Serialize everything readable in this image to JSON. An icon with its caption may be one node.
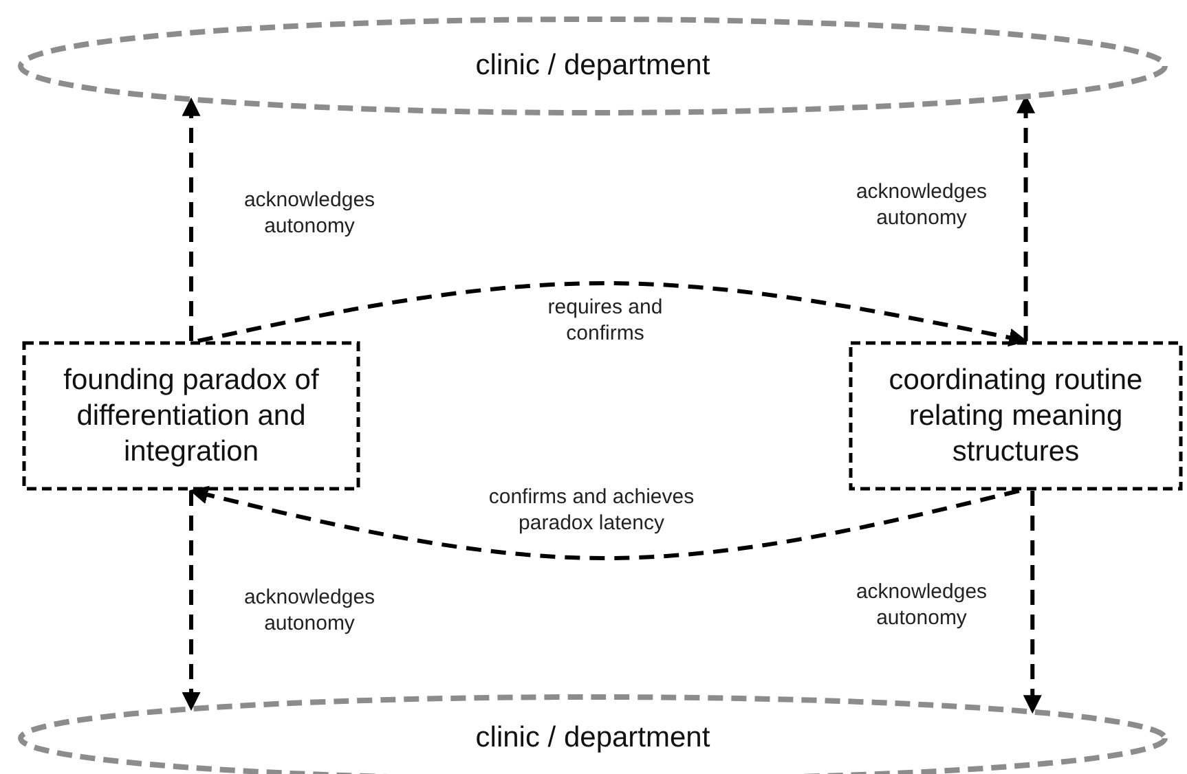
{
  "diagram": {
    "nodes": [
      {
        "text": [
          "clinic / department"
        ]
      },
      {
        "text": [
          "founding paradox of differentiation and integration"
        ]
      },
      {
        "text": [
          "coordinating routine relating meaning structures"
        ]
      },
      {
        "text": [
          "clinic / department"
        ]
      }
    ],
    "edges": [
      {
        "from": 1,
        "to": 0,
        "arrow": "to",
        "style": "dashed",
        "label": "acknowledges autonomy"
      },
      {
        "from": 2,
        "to": 0,
        "arrow": "to",
        "style": "dashed",
        "label": "acknowledges autonomy"
      },
      {
        "from": 1,
        "to": 2,
        "arrow": "to",
        "style": "dashed",
        "label": "requires and confirms"
      },
      {
        "from": 2,
        "to": 1,
        "arrow": "to",
        "style": "dashed",
        "label": "confirms and achieves paradox latency"
      },
      {
        "from": 1,
        "to": 3,
        "arrow": "to",
        "style": "dashed",
        "label": "acknowledges autonomy"
      },
      {
        "from": 2,
        "to": 3,
        "arrow": "to",
        "style": "dashed",
        "label": "acknowledges autonomy"
      }
    ]
  }
}
